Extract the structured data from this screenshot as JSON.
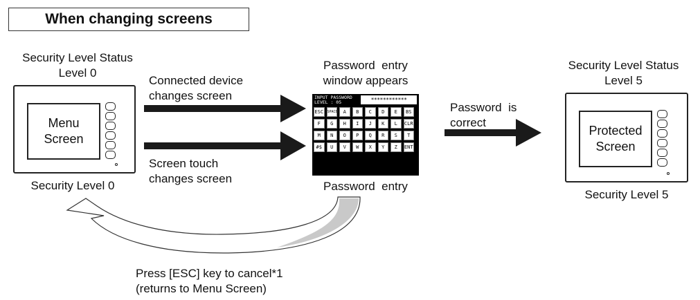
{
  "title": "When changing screens",
  "left_device": {
    "status_line1": "Security Level Status",
    "status_line2": "Level 0",
    "screen_line1": "Menu",
    "screen_line2": "Screen",
    "bottom_label": "Security Level 0"
  },
  "arrows": {
    "top_line1": "Connected device",
    "top_line2": "changes screen",
    "bottom_line1": "Screen touch",
    "bottom_line2": "changes screen",
    "right_line1": "Password  is",
    "right_line2": "correct"
  },
  "password_window": {
    "caption_line1": "Password  entry",
    "caption_line2": "window appears",
    "bottom_label": "Password  entry",
    "header_line1": "INPUT PASSWORD",
    "header_line2": "LEVEL : 05",
    "entry_value": "************",
    "keys": [
      "ESC",
      "SPACE",
      "A",
      "B",
      "C",
      "D",
      "E",
      "BS",
      "F",
      "G",
      "H",
      "I",
      "J",
      "K",
      "L",
      "CLR",
      "M",
      "N",
      "O",
      "P",
      "Q",
      "R",
      "S",
      "T",
      "#$",
      "U",
      "V",
      "W",
      "X",
      "Y",
      "Z",
      "ENT"
    ]
  },
  "right_device": {
    "status_line1": "Security Level Status",
    "status_line2": "Level 5",
    "screen_line1": "Protected",
    "screen_line2": "Screen",
    "bottom_label": "Security Level 5"
  },
  "return_note": {
    "line1": "Press [ESC] key to cancel*1",
    "line2": "(returns to Menu Screen)"
  },
  "colors": {
    "arrow": "#1a1a1a",
    "outline": "#222222"
  }
}
